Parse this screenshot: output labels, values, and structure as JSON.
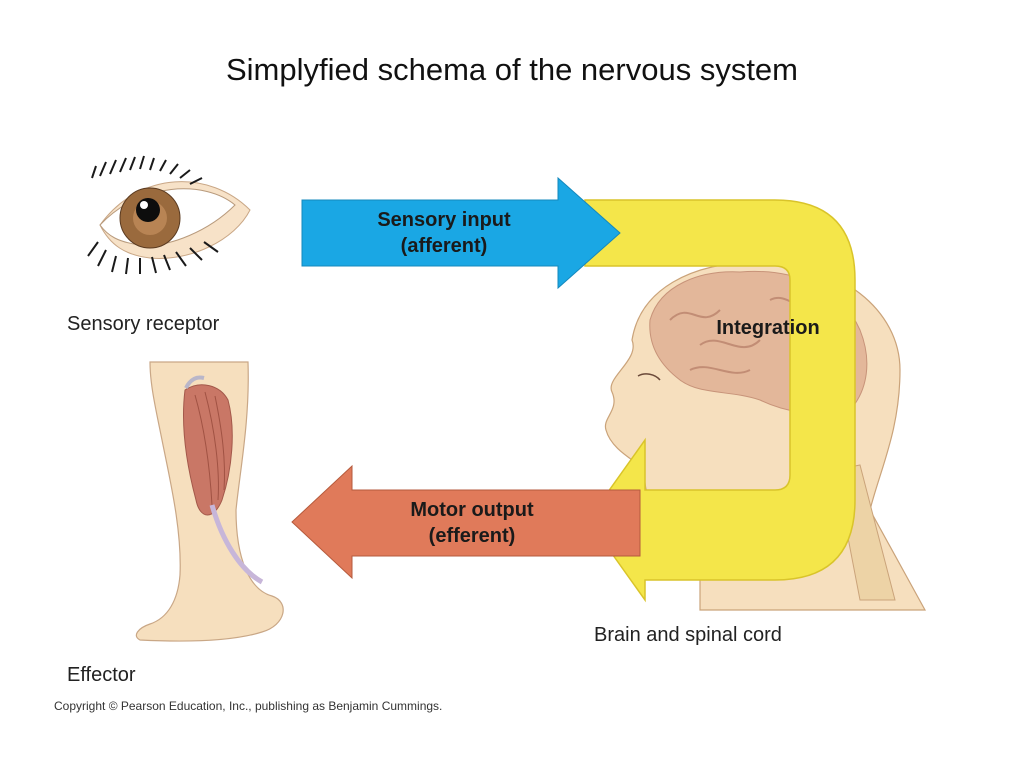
{
  "title": "Simplyfied schema of the nervous system",
  "labels": {
    "sensory_receptor": "Sensory receptor",
    "effector": "Effector",
    "brain_and_spinal_cord": "Brain and spinal cord"
  },
  "arrows": {
    "sensory_input": {
      "line1": "Sensory input",
      "line2": "(afferent)",
      "color": "#1aa7e4"
    },
    "integration": {
      "label": "Integration",
      "color": "#f4e64a"
    },
    "motor_output": {
      "line1": "Motor output",
      "line2": "(efferent)",
      "color": "#e07a5a"
    }
  },
  "copyright": "Copyright © Pearson Education, Inc., publishing as Benjamin Cummings."
}
